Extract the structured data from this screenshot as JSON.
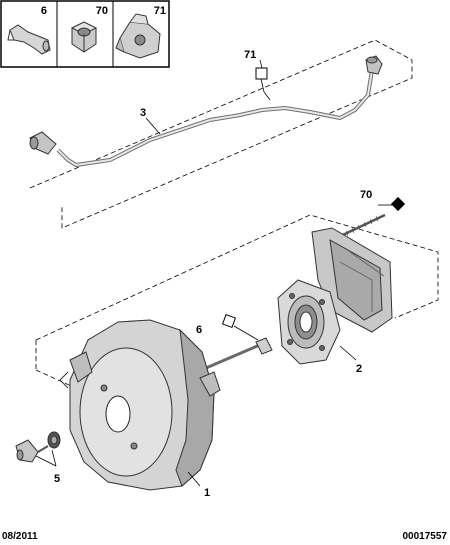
{
  "legend": [
    {
      "number": "6"
    },
    {
      "number": "70"
    },
    {
      "number": "71"
    }
  ],
  "callouts": {
    "pipe": "3",
    "fastener_71": "71",
    "fastener_70": "70",
    "fastener_6": "6",
    "support": "2",
    "clip_5": "5",
    "booster": "1"
  },
  "footer": {
    "date": "08/2011",
    "code": "00017557"
  }
}
